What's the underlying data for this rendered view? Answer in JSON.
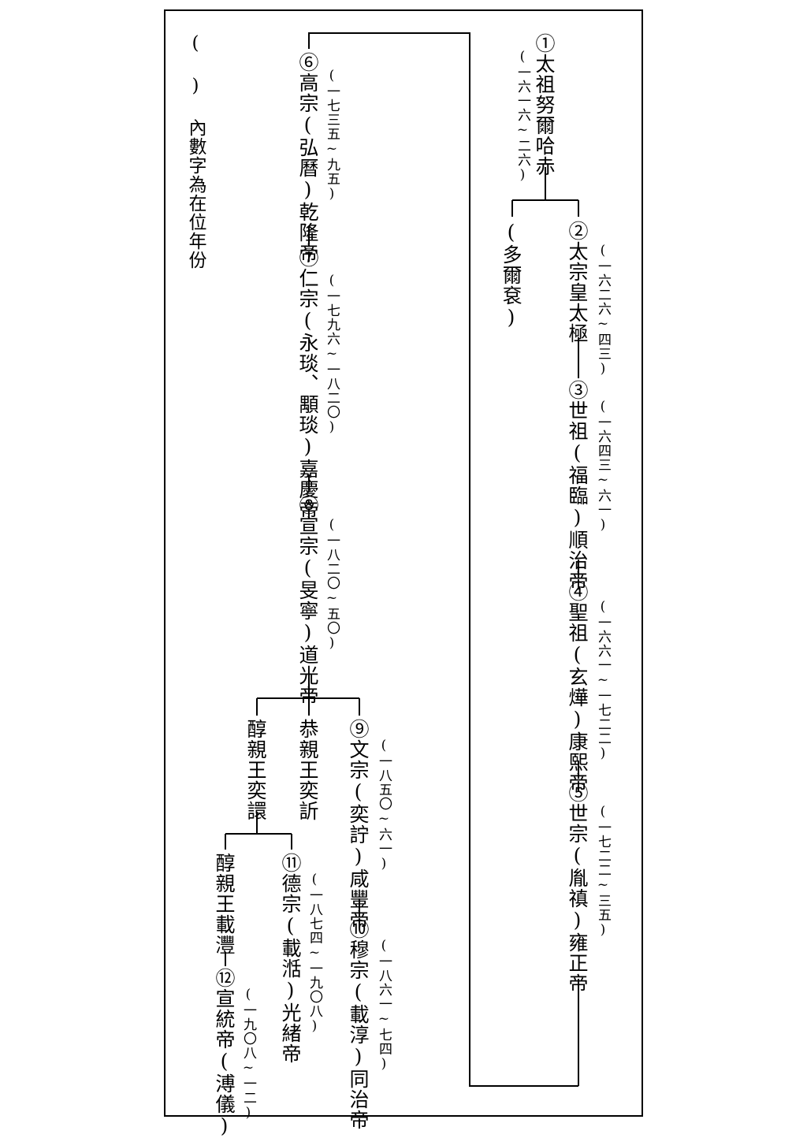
{
  "note": "(  ) 內數字為在位年份",
  "emperors": [
    {
      "name": "①太祖努爾哈赤",
      "years": "(一六一六~二六)"
    },
    {
      "name": "②太宗皇太極",
      "years": "(一六二六~四三)"
    },
    {
      "name": "③世祖(福臨)順治帝",
      "years": "(一六四三~六一)"
    },
    {
      "name": "④聖祖(玄燁)康熙帝",
      "years": "(一六六一~一七二二)"
    },
    {
      "name": "⑤世宗(胤禛)雍正帝",
      "years": "(一七二二~三五)"
    },
    {
      "name": "⑥高宗(弘曆)乾隆帝",
      "years": "(一七三五~九五)"
    },
    {
      "name": "⑦仁宗(永琰、顒琰)嘉慶帝",
      "years": "(一七九六~一八二〇)"
    },
    {
      "name": "⑧宣宗(旻寧)道光帝",
      "years": "(一八二〇~五〇)"
    },
    {
      "name": "⑨文宗(奕詝)咸豐帝",
      "years": "(一八五〇~六一)"
    },
    {
      "name": "⑩穆宗(載淳)同治帝",
      "years": "(一八六一~七四)"
    },
    {
      "name": "⑪德宗(載湉)光緒帝",
      "years": "(一八七四~一九〇八)"
    },
    {
      "name": "⑫宣統帝(溥儀)",
      "years": "(一九〇八~一二)"
    }
  ],
  "others": {
    "dorgon": "(多爾袞)",
    "prince_gong": "恭親王奕訢",
    "prince_chun1": "醇親王奕譞",
    "prince_chun2": "醇親王載灃"
  }
}
